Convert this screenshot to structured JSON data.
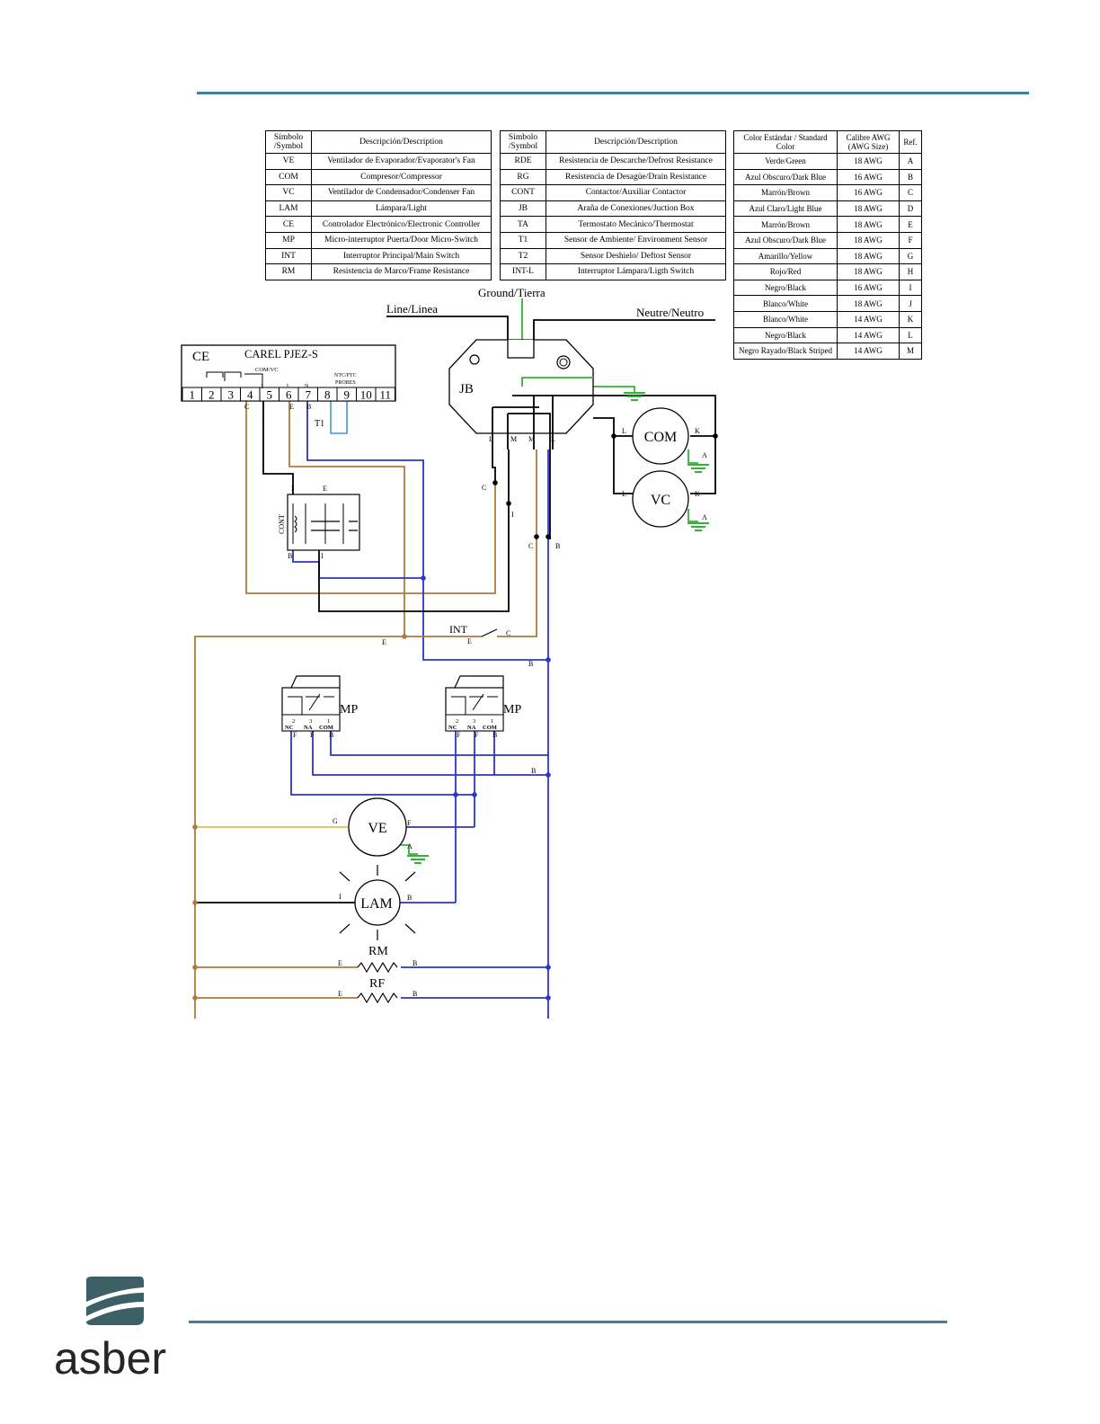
{
  "symbols_left": {
    "header": [
      "Símbolo /Symbol",
      "Descripción/Description"
    ],
    "rows": [
      [
        "VE",
        "Ventilador de Evaporador/Evaporator's Fan"
      ],
      [
        "COM",
        "Compresor/Compressor"
      ],
      [
        "VC",
        "Ventilador de Condensador/Condenser Fan"
      ],
      [
        "LAM",
        "Lámpara/Light"
      ],
      [
        "CE",
        "Controlador Electrónico/Electronic Controller"
      ],
      [
        "MP",
        "Micro-interruptor Puerta/Door Micro-Switch"
      ],
      [
        "INT",
        "Interruptor Principal/Main Switch"
      ],
      [
        "RM",
        "Resistencia de Marco/Frame Resistance"
      ]
    ]
  },
  "symbols_right": {
    "header": [
      "Símbolo /Symbol",
      "Descripción/Description"
    ],
    "rows": [
      [
        "RDE",
        "Resistencia de Descarche/Defrost Resistance"
      ],
      [
        "RG",
        "Resistencia de Desagüe/Drain Resistance"
      ],
      [
        "CONT",
        "Contactor/Auxiliar Contactor"
      ],
      [
        "JB",
        "Araña de Conexiones/Juction Box"
      ],
      [
        "TA",
        "Termostato Mecánico/Thermostat"
      ],
      [
        "T1",
        "Sensor de Ambiente/ Environment Sensor"
      ],
      [
        "T2",
        "Sensor Deshielo/ Deftost Sensor"
      ],
      [
        "INT-L",
        "Interruptor Lámpara/Ligth Switch"
      ]
    ]
  },
  "colors_table": {
    "header": [
      "Color Estándar / Standard Color",
      "Calibre AWG (AWG Size)",
      "Ref."
    ],
    "rows": [
      [
        "Verde/Green",
        "18 AWG",
        "A"
      ],
      [
        "Azul Obscuro/Dark Blue",
        "16 AWG",
        "B"
      ],
      [
        "Marrón/Brown",
        "16 AWG",
        "C"
      ],
      [
        "Azul Claro/Light Blue",
        "18 AWG",
        "D"
      ],
      [
        "Marrón/Brown",
        "18 AWG",
        "E"
      ],
      [
        "Azul Obscuro/Dark Blue",
        "18 AWG",
        "F"
      ],
      [
        "Amarillo/Yellow",
        "18 AWG",
        "G"
      ],
      [
        "Rojo/Red",
        "18 AWG",
        "H"
      ],
      [
        "Negro/Black",
        "16 AWG",
        "I"
      ],
      [
        "Blanco/White",
        "18 AWG",
        "J"
      ],
      [
        "Blanco/White",
        "14 AWG",
        "K"
      ],
      [
        "Negro/Black",
        "14 AWG",
        "L"
      ],
      [
        "Negro Rayado/Black Striped",
        "14 AWG",
        "M"
      ]
    ]
  },
  "labels": {
    "ground": "Ground/Tierra",
    "line": "Line/Linea",
    "neutral": "Neutre/Neutro",
    "ce": "CE",
    "controller_model": "CAREL PJEZ-S",
    "com_vc": "COM/VC",
    "probes_line1": "NTC/PTC",
    "probes_line2": "PROBES",
    "t1": "T1",
    "jb": "JB",
    "cont": "CONT",
    "int": "INT",
    "mp": "MP",
    "nc": "NC",
    "na": "NA",
    "com_small": "COM",
    "com": "COM",
    "vc": "VC",
    "ve": "VE",
    "lam": "LAM",
    "rm": "RM",
    "rf": "RF",
    "mp_pin2": "2",
    "mp_pin3": "3",
    "mp_pin1": "1"
  },
  "terminals": [
    "1",
    "2",
    "3",
    "4",
    "5",
    "6",
    "7",
    "8",
    "9",
    "10",
    "11"
  ],
  "terminal_marks": [
    "1",
    "L",
    "N"
  ],
  "wire_refs": {
    "a": "A",
    "b": "B",
    "c": "C",
    "e": "E",
    "f": "F",
    "g": "G",
    "i": "I",
    "k": "K",
    "l": "L",
    "m": "M"
  },
  "colors": {
    "rule": "#3f7f9a",
    "blue_wire": "#2a36c8",
    "brown_wire": "#b07a3c",
    "black_wire": "#000000",
    "green_wire": "#33b233",
    "yellow_wire": "#d8c64a",
    "light_blue_wire": "#5aa6d6",
    "logo": "#3d5f66"
  },
  "logo": {
    "text": "asber"
  }
}
